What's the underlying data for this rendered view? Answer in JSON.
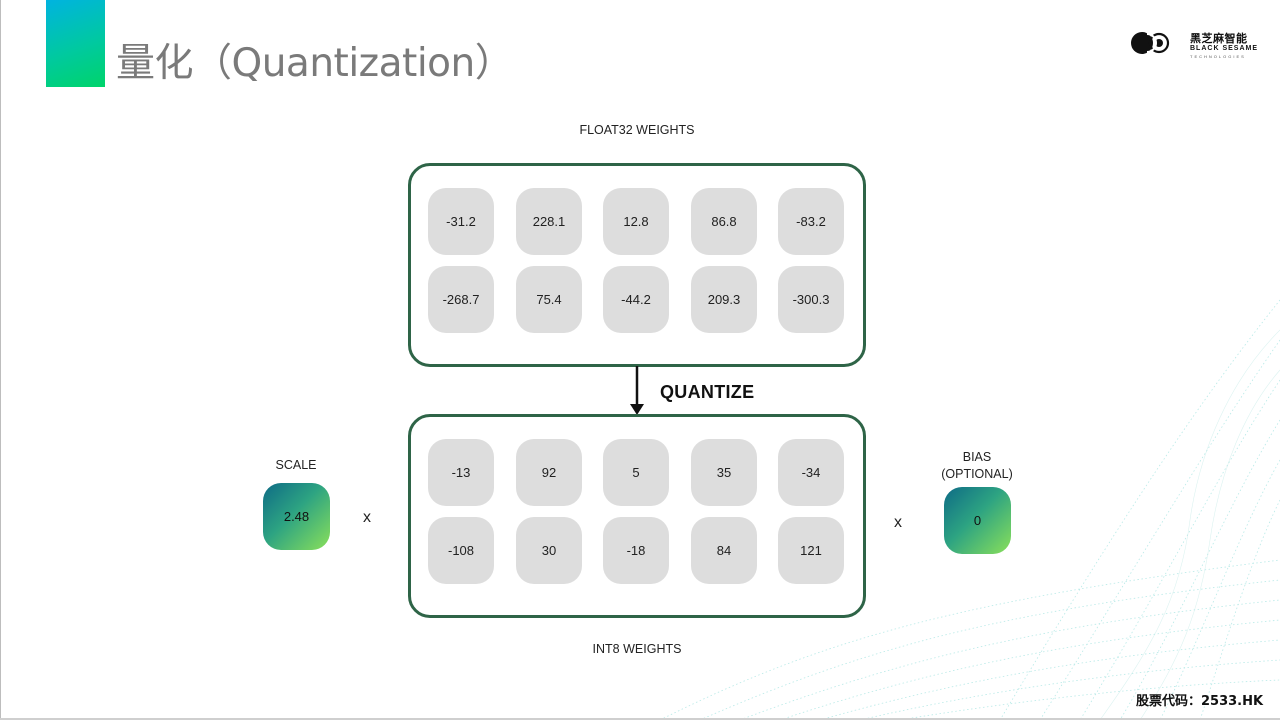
{
  "header": {
    "title": "量化（Quantization）",
    "accent_color": "#00c9a0",
    "logo": {
      "name_cn": "黑芝麻智能",
      "name_en": "BLACK SESAME",
      "name_sub": "TECHNOLOGIES"
    }
  },
  "diagram": {
    "float_label": "FLOAT32 WEIGHTS",
    "float_weights": [
      [
        "-31.2",
        "228.1",
        "12.8",
        "86.8",
        "-83.2"
      ],
      [
        "-268.7",
        "75.4",
        "-44.2",
        "209.3",
        "-300.3"
      ]
    ],
    "quantize_label": "QUANTIZE",
    "int_label": "INT8 WEIGHTS",
    "int_weights": [
      [
        "-13",
        "92",
        "5",
        "35",
        "-34"
      ],
      [
        "-108",
        "30",
        "-18",
        "84",
        "121"
      ]
    ],
    "scale": {
      "label": "SCALE",
      "value": "2.48"
    },
    "bias": {
      "label_line1": "BIAS",
      "label_line2": "(OPTIONAL)",
      "value": "0"
    },
    "operator_left": "x",
    "operator_right": "x",
    "border_color": "#2e6447"
  },
  "footer": {
    "stock_code": "股票代码：2533.HK"
  }
}
